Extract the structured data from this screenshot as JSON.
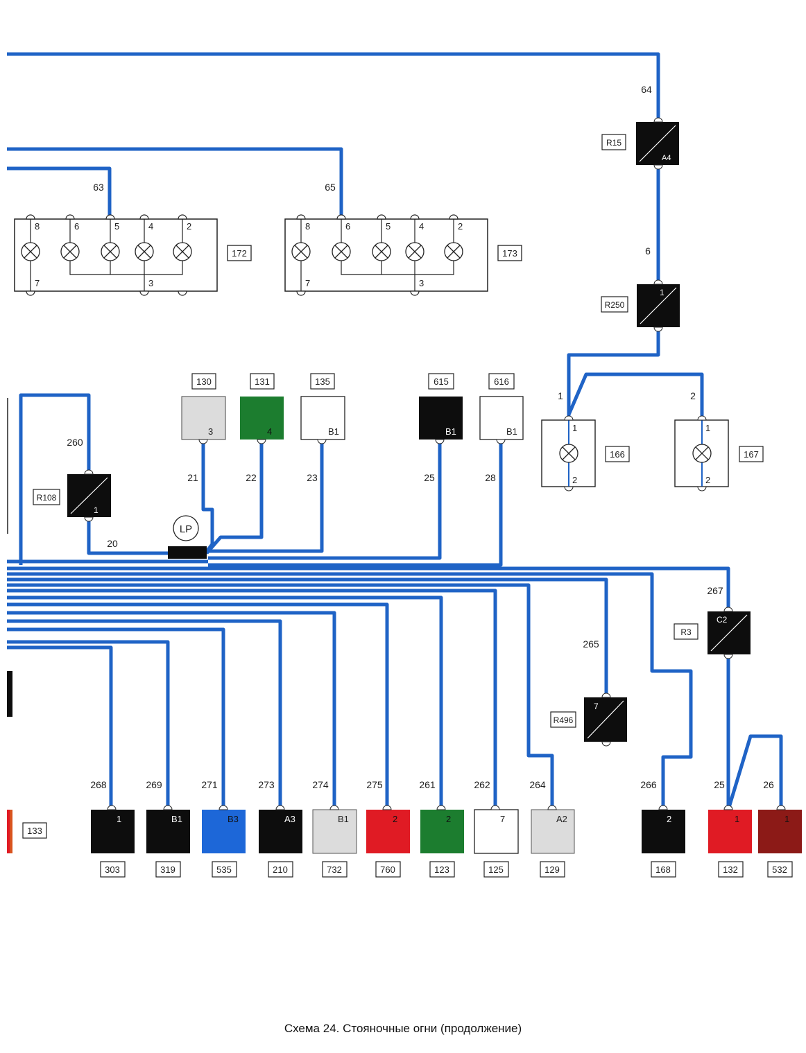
{
  "caption": "Схема 24. Стояночные огни (продолжение)",
  "colors": {
    "wire": "#1f63c6",
    "black": "#0d0d0d",
    "white": "#ffffff",
    "light_gray": "#dcdcdc",
    "dark_green": "#1c7d2f",
    "red": "#e01b24",
    "dark_red": "#8c1a17",
    "blue": "#1d67d8",
    "orange_edge": "#d9531e"
  },
  "lamp_blocks": [
    {
      "id": "172",
      "pins_top": [
        "8",
        "6",
        "5",
        "4",
        "2"
      ],
      "pins_bottom": [
        "7",
        "3"
      ],
      "input_wire": "63"
    },
    {
      "id": "173",
      "pins_top": [
        "8",
        "6",
        "5",
        "4",
        "2"
      ],
      "pins_bottom": [
        "7",
        "3"
      ],
      "input_wire": "65"
    }
  ],
  "wire_labels": {
    "w64": "64",
    "w6": "6",
    "w63": "63",
    "w65": "65",
    "w1": "1",
    "w2": "2",
    "w260": "260",
    "w20": "20",
    "w21": "21",
    "w22": "22",
    "w23": "23",
    "w25": "25",
    "w28": "28",
    "w267": "267",
    "w265": "265",
    "w268": "268",
    "w269": "269",
    "w271": "271",
    "w273": "273",
    "w274": "274",
    "w275": "275",
    "w261": "261",
    "w262": "262",
    "w264": "264",
    "w266": "266",
    "w25b": "25",
    "w26": "26"
  },
  "relays": {
    "R15": {
      "label": "R15",
      "pin": "A4"
    },
    "R250": {
      "label": "R250",
      "pin": "1"
    },
    "R108": {
      "label": "R108",
      "pin": "1"
    },
    "R3": {
      "label": "R3",
      "pin": "C2"
    },
    "R496": {
      "label": "R496",
      "pin": "7"
    }
  },
  "lamps": [
    {
      "id": "166",
      "pin_top": "1",
      "pin_bottom": "2"
    },
    {
      "id": "167",
      "pin_top": "1",
      "pin_bottom": "2"
    }
  ],
  "splice_label": "LP",
  "top_connectors": [
    {
      "id": "130",
      "pin": "3",
      "color": "light_gray"
    },
    {
      "id": "131",
      "pin": "4",
      "color": "dark_green"
    },
    {
      "id": "135",
      "pin": "B1",
      "color": "white"
    },
    {
      "id": "615",
      "pin": "B1",
      "color": "black"
    },
    {
      "id": "616",
      "pin": "B1",
      "color": "white"
    }
  ],
  "bottom_connectors": [
    {
      "id": "303",
      "pin": "1",
      "color": "black"
    },
    {
      "id": "319",
      "pin": "B1",
      "color": "black"
    },
    {
      "id": "535",
      "pin": "B3",
      "color": "blue"
    },
    {
      "id": "210",
      "pin": "A3",
      "color": "black"
    },
    {
      "id": "732",
      "pin": "B1",
      "color": "light_gray"
    },
    {
      "id": "760",
      "pin": "2",
      "color": "red"
    },
    {
      "id": "123",
      "pin": "2",
      "color": "dark_green"
    },
    {
      "id": "125",
      "pin": "7",
      "color": "white"
    },
    {
      "id": "129",
      "pin": "A2",
      "color": "light_gray"
    },
    {
      "id": "168",
      "pin": "2",
      "color": "black"
    },
    {
      "id": "132",
      "pin": "1",
      "color": "red"
    },
    {
      "id": "532",
      "pin": "1",
      "color": "dark_red"
    }
  ],
  "edge_label": "133"
}
